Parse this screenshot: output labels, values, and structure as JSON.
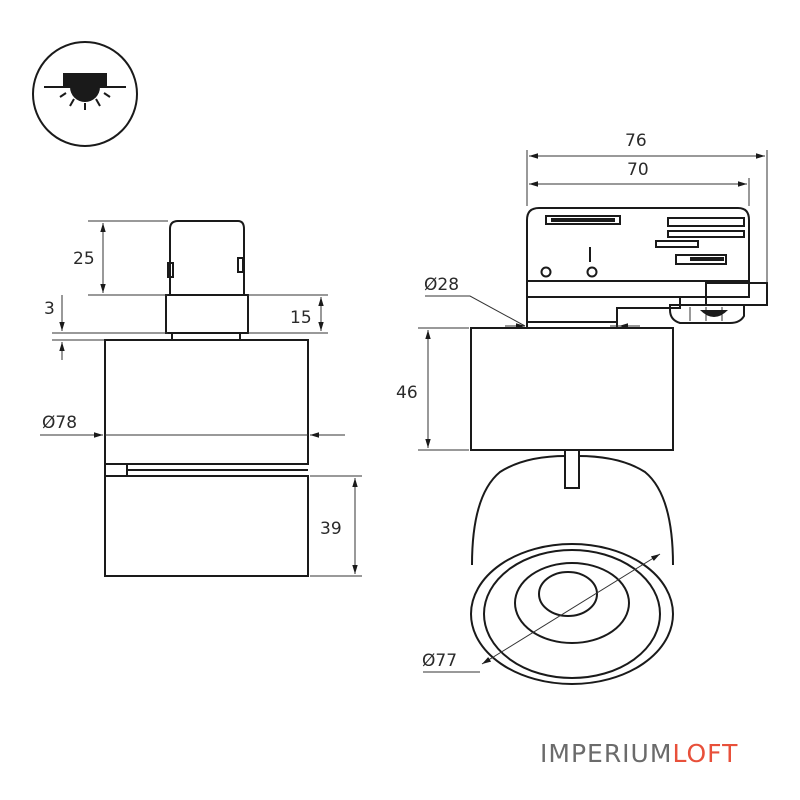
{
  "dimensions": {
    "side_top_height": "25",
    "side_gap": "3",
    "side_adapter_height": "15",
    "side_diameter": "Ø78",
    "side_head_height": "39",
    "front_total_width": "76",
    "front_adapter_width": "70",
    "front_neck_diameter": "Ø28",
    "front_body_height": "46",
    "front_lens_diameter": "Ø77"
  },
  "brand": {
    "part1": "IMPERIUM",
    "part2": "LOFT",
    "color1": "#6b6b6b",
    "color2": "#e8503a"
  },
  "icons": {
    "mount": "ceiling-mount-light-icon"
  }
}
